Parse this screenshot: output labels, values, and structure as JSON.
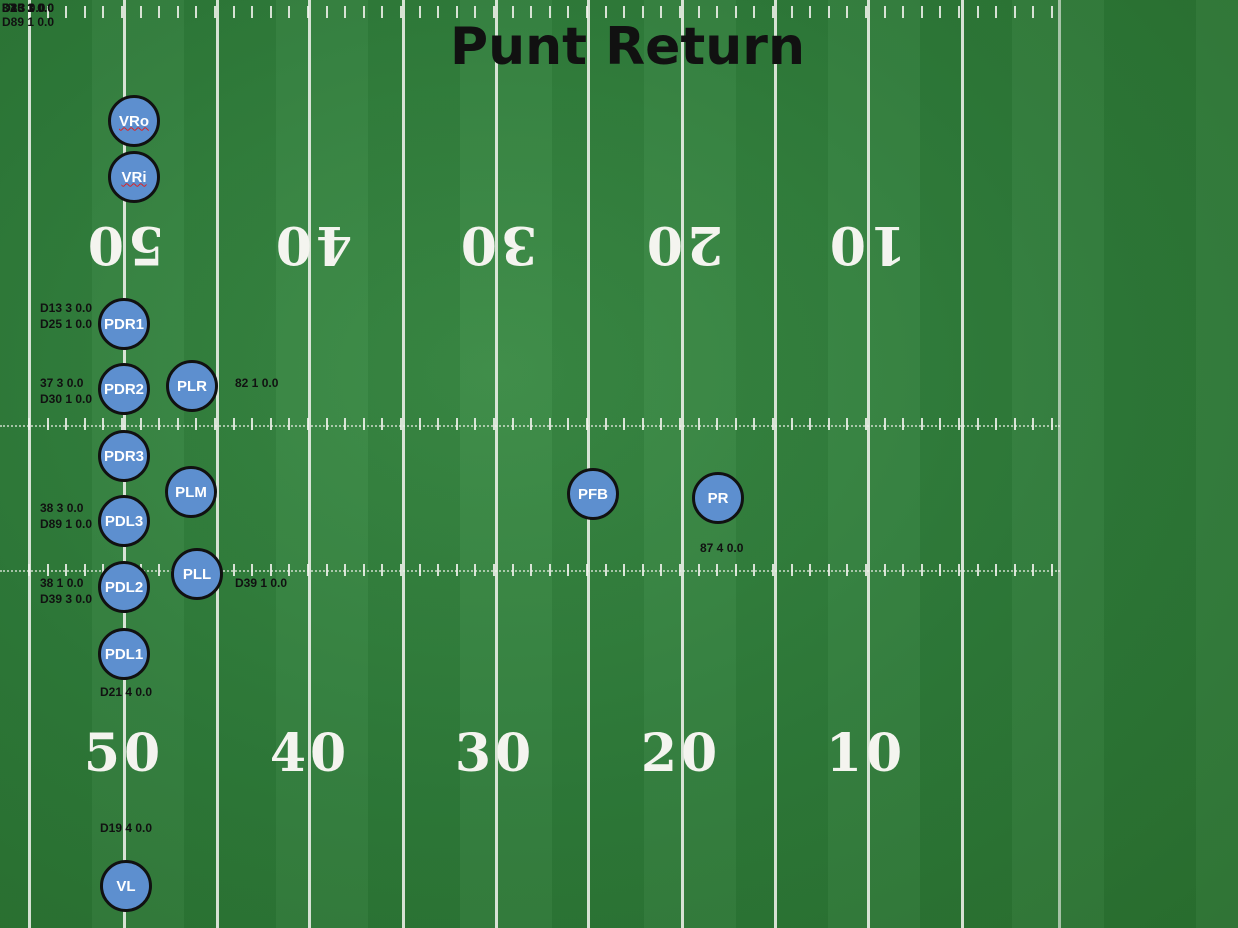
{
  "title": "Punt Return",
  "yard_numbers_top": [
    "50",
    "40",
    "30",
    "20",
    "10"
  ],
  "yard_numbers_bottom": [
    "50",
    "40",
    "30",
    "20",
    "10"
  ],
  "players": {
    "vro": "VRo",
    "vri": "VRi",
    "pdr1": "PDR1",
    "pdr2": "PDR2",
    "plr": "PLR",
    "pdr3": "PDR3",
    "plm": "PLM",
    "pfb": "PFB",
    "pr": "PR",
    "pdl3": "PDL3",
    "pll": "PLL",
    "pdl2": "PDL2",
    "pdl1": "PDL1",
    "vl": "VL"
  },
  "notes": {
    "corner_1": "D13 3 0.0",
    "corner_2": "D25 1 0.0",
    "corner_3": "37 3 0.0",
    "corner_4": "D30 1 0.0",
    "corner_5": "D89 1 0.0",
    "pdr1_a": "D13 3 0.0",
    "pdr1_b": "D25 1 0.0",
    "pdr2_a": "37 3 0.0",
    "pdr2_b": "D30 1 0.0",
    "plr": "82 1 0.0",
    "pdl3_a": "38 3 0.0",
    "pdl3_b": "D89 1 0.0",
    "pdl2_a": "38 1 0.0",
    "pdl2_b": "D39 3 0.0",
    "pll": "D39 1 0.0",
    "pr": "87 4 0.0",
    "pdl1": "D21 4 0.0",
    "vl": "D19 4 0.0"
  }
}
